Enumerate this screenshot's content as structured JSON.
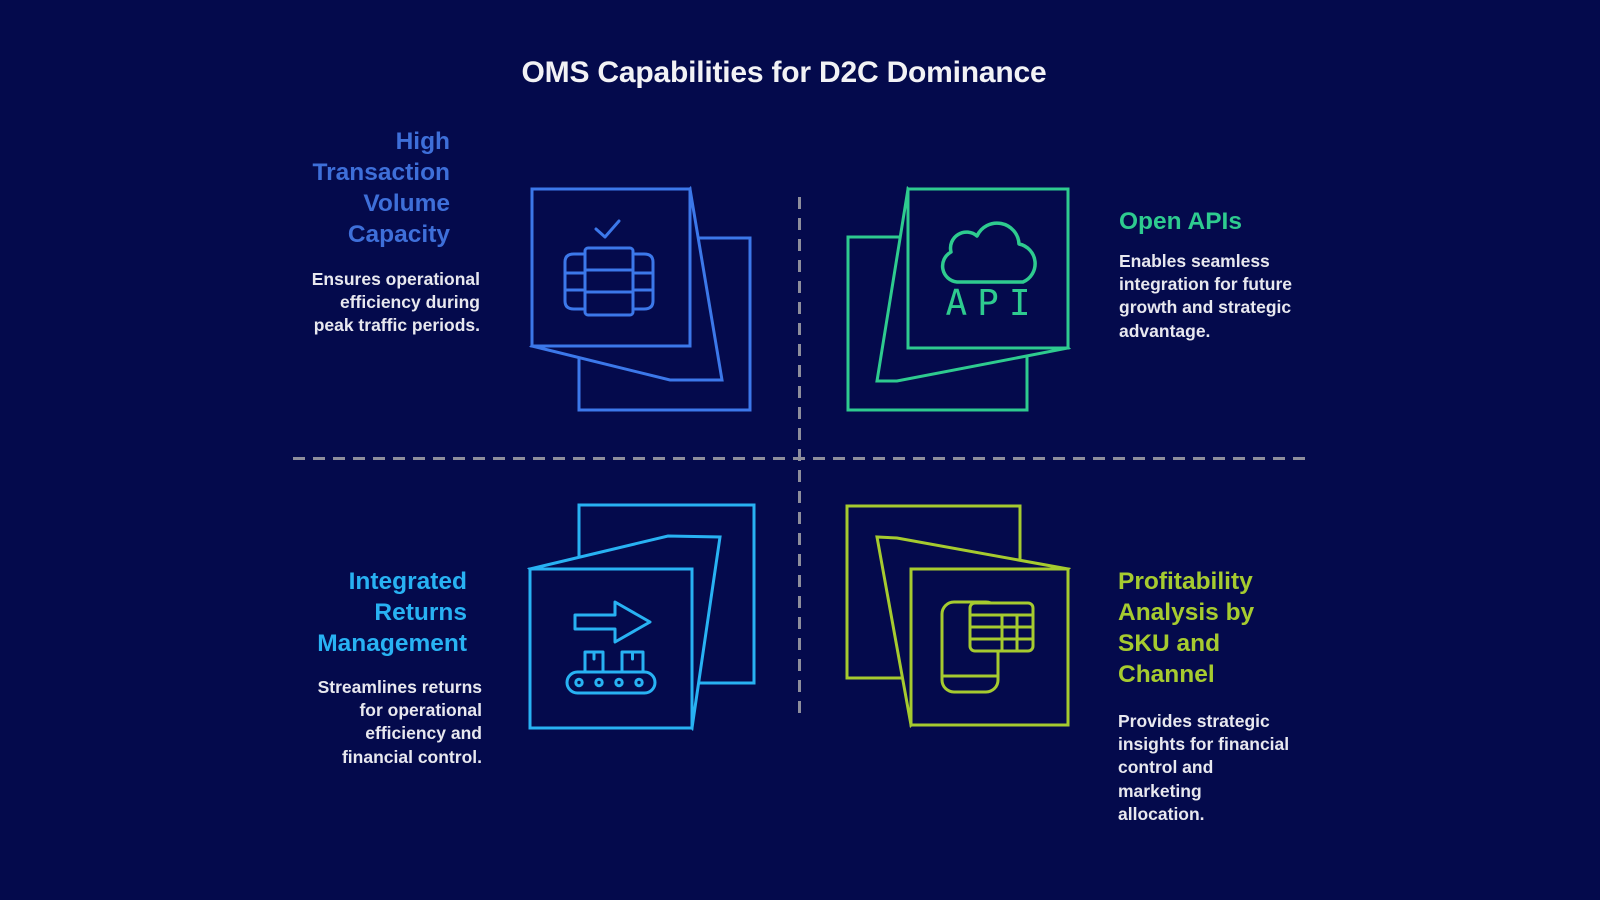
{
  "title": "OMS Capabilities for D2C Dominance",
  "quadrants": [
    {
      "position": "top-left",
      "heading": "High\nTransaction\nVolume\nCapacity",
      "description": "Ensures operational\nefficiency during\npeak traffic periods.",
      "accent_color": "#3e6fd9",
      "icon": "order-server-check-cube-icon"
    },
    {
      "position": "top-right",
      "heading": "Open APIs",
      "description": "Enables seamless\nintegration for future\ngrowth and strategic\nadvantage.",
      "accent_color": "#2ecb8f",
      "icon": "cloud-api-cube-icon",
      "icon_text": "API"
    },
    {
      "position": "bottom-left",
      "heading": "Integrated\nReturns\nManagement",
      "description": "Streamlines returns\nfor operational\nefficiency and\nfinancial control.",
      "accent_color": "#28b2f3",
      "icon": "returns-conveyor-cube-icon"
    },
    {
      "position": "bottom-right",
      "heading": "Profitability\nAnalysis by\nSKU and\nChannel",
      "description": "Provides strategic\ninsights for financial\ncontrol and\nmarketing\nallocation.",
      "accent_color": "#a6cb2f",
      "icon": "sku-profitability-cube-icon"
    }
  ],
  "style": {
    "background_color": "#040a4c",
    "title_color": "#f2f2f5",
    "body_text_color": "#e8e8ef",
    "divider_color": "#8e8e9c",
    "icon_stroke_colors": {
      "top_left": "#3c78ea",
      "top_right": "#2ecb8f",
      "bottom_left": "#28b2f3",
      "bottom_right": "#a6cb2f"
    }
  }
}
